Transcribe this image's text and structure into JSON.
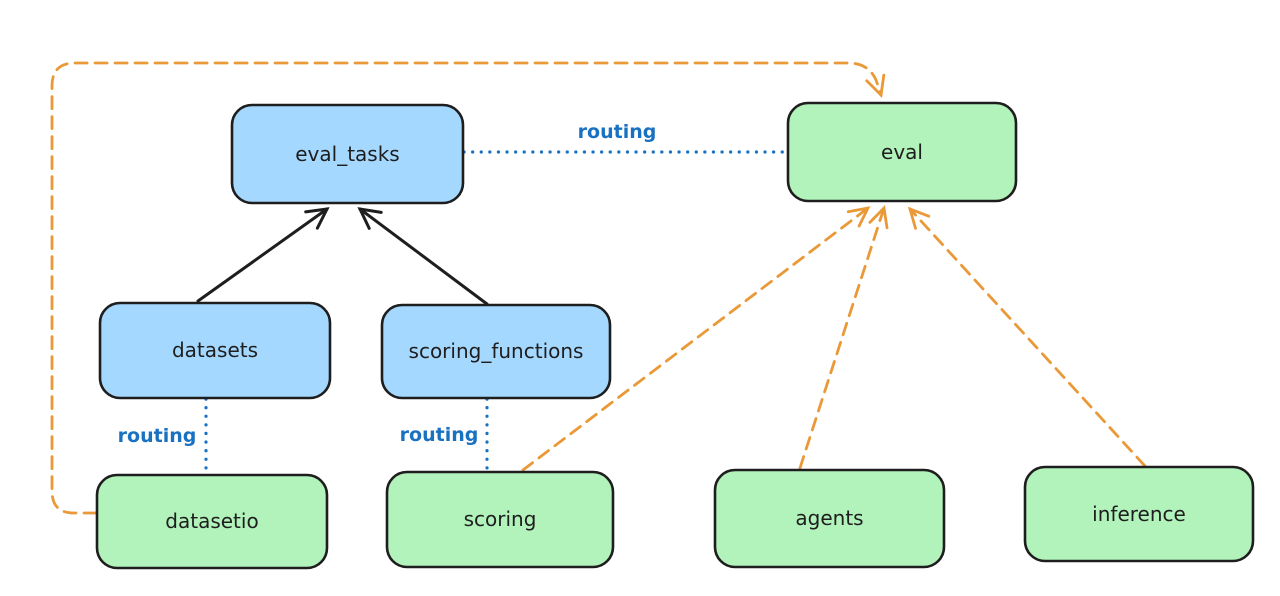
{
  "diagram": {
    "colors": {
      "canvas_bg": "#ffffff",
      "node_border": "#1e1e1e",
      "node_text": "#1e1e1e",
      "blue_fill": "#a5d8ff",
      "green_fill": "#b2f2bb",
      "routing_blue": "#1971c2",
      "arrow_black": "#1e1e1e",
      "arrow_orange": "#ea9939"
    },
    "nodes": [
      {
        "id": "eval_tasks",
        "label": "eval_tasks",
        "color": "blue"
      },
      {
        "id": "eval",
        "label": "eval",
        "color": "green"
      },
      {
        "id": "datasets",
        "label": "datasets",
        "color": "blue"
      },
      {
        "id": "scoring_functions",
        "label": "scoring_functions",
        "color": "blue"
      },
      {
        "id": "datasetio",
        "label": "datasetio",
        "color": "green"
      },
      {
        "id": "scoring",
        "label": "scoring",
        "color": "green"
      },
      {
        "id": "agents",
        "label": "agents",
        "color": "green"
      },
      {
        "id": "inference",
        "label": "inference",
        "color": "green"
      }
    ],
    "edges": [
      {
        "from": "datasets",
        "to": "eval_tasks",
        "style": "solid-arrow",
        "color": "black"
      },
      {
        "from": "scoring_functions",
        "to": "eval_tasks",
        "style": "solid-arrow",
        "color": "black"
      },
      {
        "from": "eval_tasks",
        "to": "eval",
        "style": "dotted-line",
        "color": "blue",
        "label": "routing"
      },
      {
        "from": "datasets",
        "to": "datasetio",
        "style": "dotted-line",
        "color": "blue",
        "label": "routing"
      },
      {
        "from": "scoring_functions",
        "to": "scoring",
        "style": "dotted-line",
        "color": "blue",
        "label": "routing"
      },
      {
        "from": "datasetio",
        "to": "eval",
        "style": "dashed-arrow",
        "color": "orange"
      },
      {
        "from": "scoring",
        "to": "eval",
        "style": "dashed-arrow",
        "color": "orange"
      },
      {
        "from": "agents",
        "to": "eval",
        "style": "dashed-arrow",
        "color": "orange"
      },
      {
        "from": "inference",
        "to": "eval",
        "style": "dashed-arrow",
        "color": "orange"
      }
    ]
  }
}
